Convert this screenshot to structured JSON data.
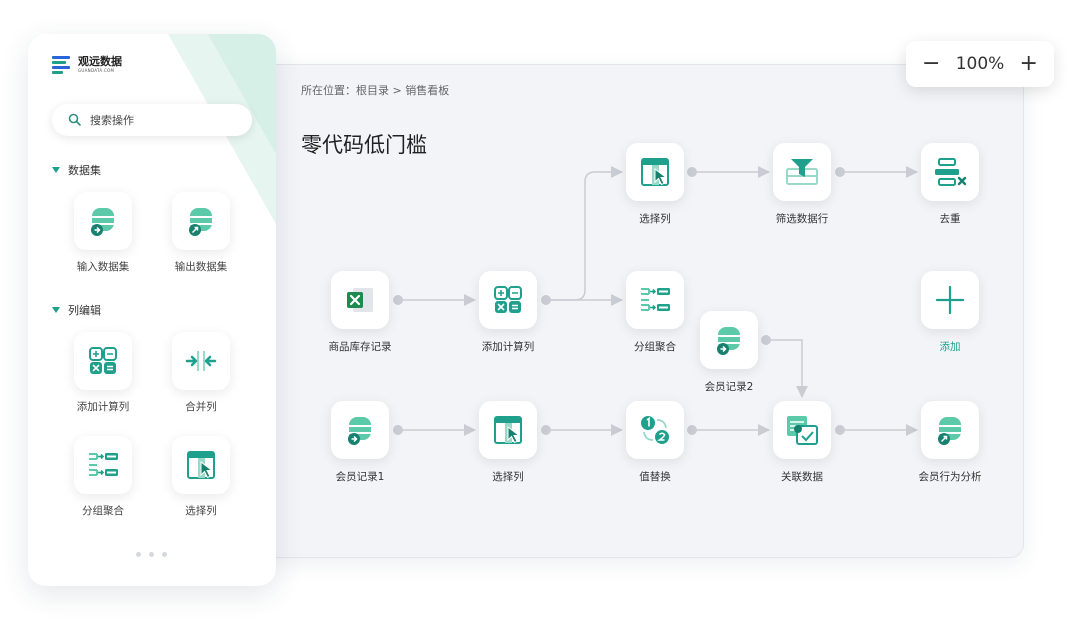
{
  "sidebar": {
    "logo_text": "观远数据",
    "logo_sub": "GUANDATA.COM",
    "search_placeholder": "搜索操作",
    "sections": [
      {
        "title": "数据集",
        "items": [
          {
            "label": "输入数据集",
            "icon": "database-input-icon"
          },
          {
            "label": "输出数据集",
            "icon": "database-output-icon"
          }
        ]
      },
      {
        "title": "列编辑",
        "items": [
          {
            "label": "添加计算列",
            "icon": "calculator-icon"
          },
          {
            "label": "合并列",
            "icon": "merge-columns-icon"
          },
          {
            "label": "分组聚合",
            "icon": "group-aggregate-icon"
          },
          {
            "label": "选择列",
            "icon": "select-column-icon"
          }
        ]
      }
    ]
  },
  "canvas": {
    "breadcrumb": "所在位置：根目录 > 销售看板",
    "title": "零代码低门槛"
  },
  "zoom": {
    "minus": "−",
    "value": "100%",
    "plus": "+"
  },
  "flow": {
    "nodes": [
      {
        "id": "n1",
        "label": "商品库存记录",
        "icon": "excel-icon"
      },
      {
        "id": "n2",
        "label": "添加计算列",
        "icon": "calculator-icon"
      },
      {
        "id": "n3",
        "label": "选择列",
        "icon": "select-column-icon"
      },
      {
        "id": "n4",
        "label": "筛选数据行",
        "icon": "filter-rows-icon"
      },
      {
        "id": "n5",
        "label": "去重",
        "icon": "deduplicate-icon"
      },
      {
        "id": "n6",
        "label": "分组聚合",
        "icon": "group-aggregate-icon"
      },
      {
        "id": "n7",
        "label": "会员记录2",
        "icon": "database-input-icon"
      },
      {
        "id": "n8",
        "label": "添加",
        "icon": "plus-icon"
      },
      {
        "id": "n9",
        "label": "会员记录1",
        "icon": "database-input-icon"
      },
      {
        "id": "n10",
        "label": "选择列",
        "icon": "select-column-icon"
      },
      {
        "id": "n11",
        "label": "值替换",
        "icon": "value-replace-icon"
      },
      {
        "id": "n12",
        "label": "关联数据",
        "icon": "join-data-icon"
      },
      {
        "id": "n13",
        "label": "会员行为分析",
        "icon": "database-output-icon"
      }
    ]
  },
  "colors": {
    "accent": "#1fa08c",
    "accent_light": "#5ccaa9",
    "canvas_bg": "#f3f4f8",
    "connector": "#c9ccd3"
  }
}
